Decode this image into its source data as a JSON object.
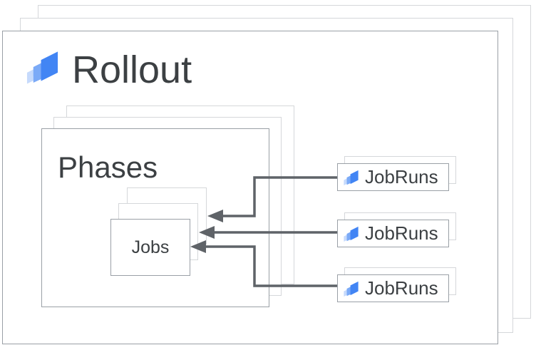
{
  "nodes": {
    "rollout": {
      "label": "Rollout",
      "stack_count": 3
    },
    "phases": {
      "label": "Phases",
      "stack_count": 3
    },
    "jobs": {
      "label": "Jobs",
      "stack_count": 3
    },
    "jobruns": [
      {
        "label": "JobRuns",
        "stack_count": 2
      },
      {
        "label": "JobRuns",
        "stack_count": 2
      },
      {
        "label": "JobRuns",
        "stack_count": 2
      }
    ]
  },
  "edges": [
    {
      "from": "jobruns-1",
      "to": "jobs",
      "style": "elbow-down"
    },
    {
      "from": "jobruns-2",
      "to": "jobs",
      "style": "straight"
    },
    {
      "from": "jobruns-3",
      "to": "jobs",
      "style": "elbow-up"
    }
  ],
  "icons": {
    "rollout_logo": "cloud-deploy-logo",
    "jobruns_logo": "cloud-deploy-logo"
  },
  "colors": {
    "logo_dark": "#4285f4",
    "logo_medium": "#7baaf7",
    "logo_light": "#c6dafc",
    "arrow": "#5f6368",
    "border_front": "#9aa0a6",
    "border_back": "#d5d7da",
    "text": "#3c4043"
  }
}
